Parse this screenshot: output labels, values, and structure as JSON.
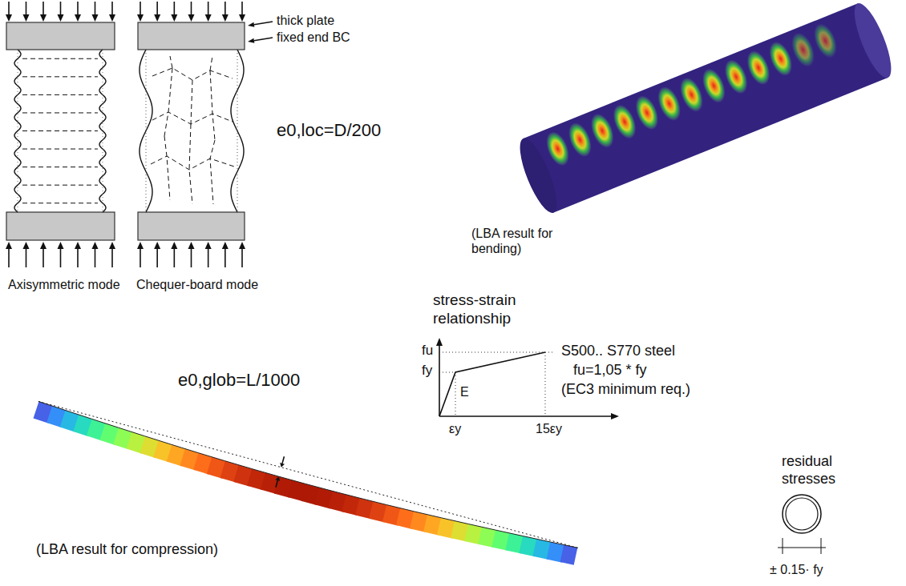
{
  "diagram": {
    "labels": [
      "thick plate",
      "fixed end BC",
      "e0,loc=D/200",
      "(LBA result for bending)",
      "Axisymmetric mode",
      "Chequer-board mode",
      "stress-strain relationship",
      "fu",
      "fy",
      "E",
      "εy",
      "15εy",
      "S500.. S770 steel",
      "fu=1,05 * fy",
      "(EC3 minimum req.)",
      "e0,glob=L/1000",
      "(LBA result for compression)",
      "residual stresses",
      "± 0.15· fy"
    ]
  }
}
